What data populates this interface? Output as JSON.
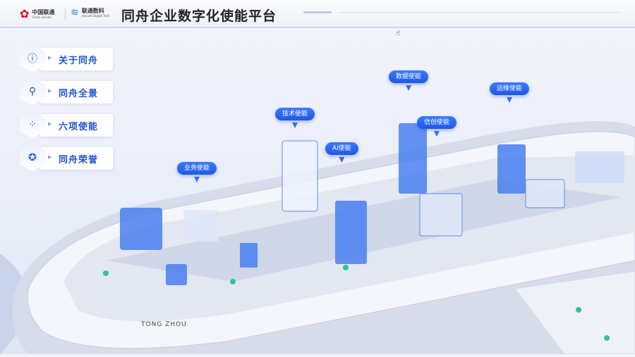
{
  "header": {
    "logo1_cn": "中国联通",
    "logo1_en": "China unicom",
    "logo2_cn": "联通数科",
    "logo2_en": "Unicom Digital Tech",
    "title": "同舟企业数字化使能平台"
  },
  "menu": [
    {
      "label": "关于同舟",
      "icon": "info-icon"
    },
    {
      "label": "同舟全景",
      "icon": "location-icon"
    },
    {
      "label": "六项使能",
      "icon": "apps-icon"
    },
    {
      "label": "同舟荣誉",
      "icon": "medal-icon"
    }
  ],
  "scene": {
    "labels": [
      "业务使能",
      "技术使能",
      "AI使能",
      "数据使能",
      "信创使能",
      "运维使能"
    ],
    "ship_name": "TONG ZHOU"
  },
  "colors": {
    "accent": "#2255cc",
    "pill": "#2f6bff"
  }
}
